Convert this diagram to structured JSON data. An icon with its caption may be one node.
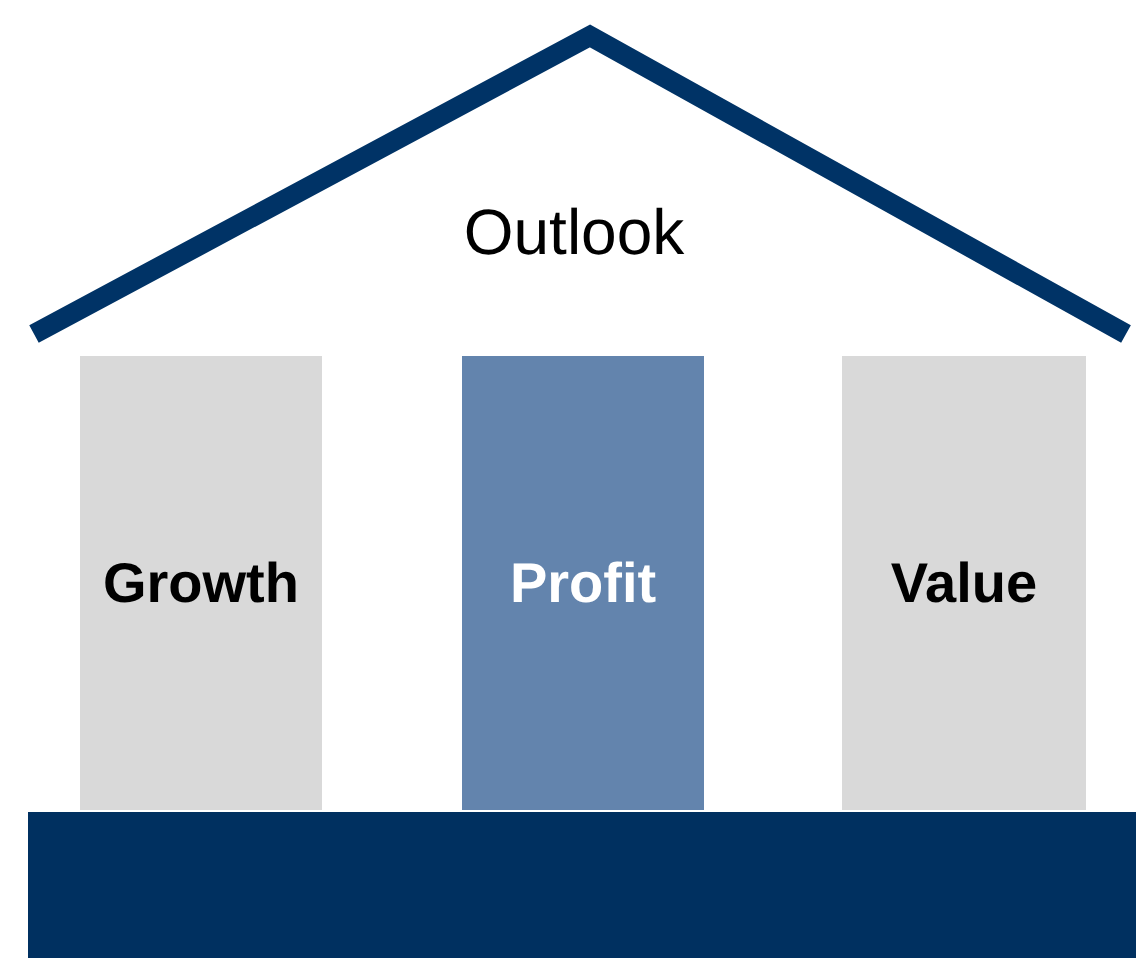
{
  "diagram": {
    "nodes": [
      {
        "text": [
          "Outlook"
        ]
      },
      {
        "text": [
          "Growth"
        ]
      },
      {
        "text": [
          "Profit"
        ]
      },
      {
        "text": [
          "Value"
        ]
      },
      {
        "text": [],
        "shape": "bar"
      }
    ]
  }
}
